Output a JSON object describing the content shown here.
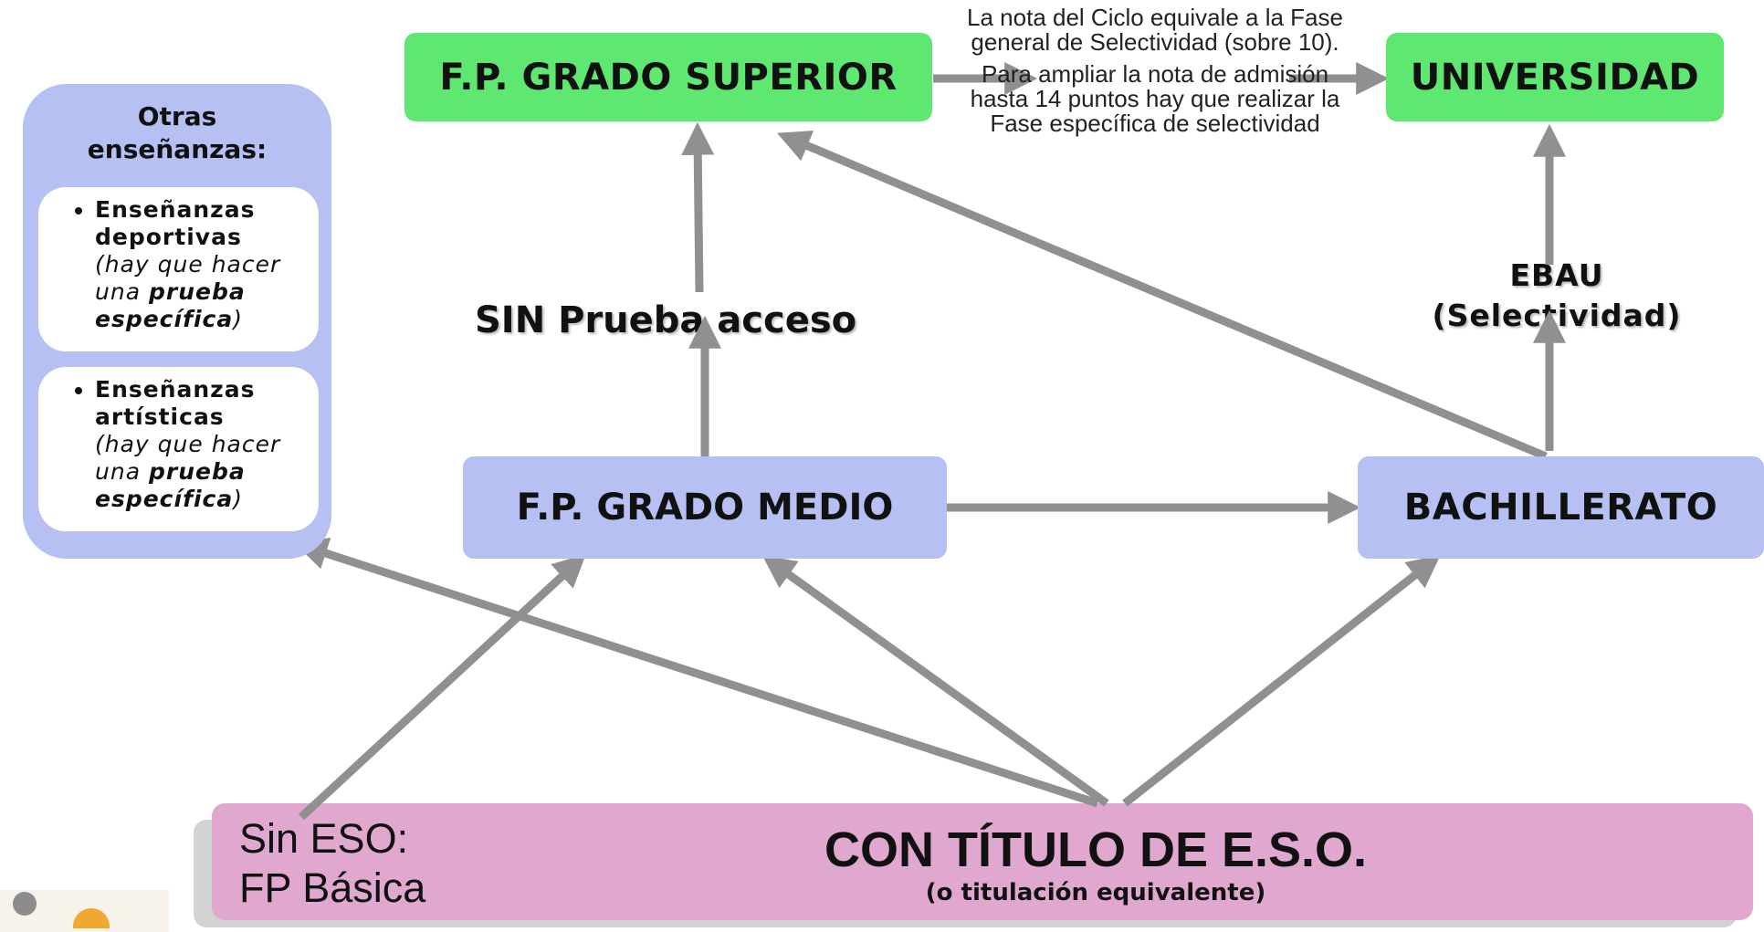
{
  "boxes": {
    "fp_superior": "F.P. GRADO SUPERIOR",
    "universidad": "UNIVERSIDAD",
    "fp_medio": "F.P. GRADO MEDIO",
    "bachillerato": "BACHILLERATO"
  },
  "note": {
    "line1": "La nota del Ciclo equivale a la Fase general de Selectividad (sobre 10).",
    "line2": "Para ampliar la nota de admisión hasta 14 puntos hay que realizar la Fase específica de selectividad"
  },
  "labels": {
    "sin_prueba": "SIN Prueba acceso",
    "ebau": "EBAU",
    "selectividad": "(Selectividad)"
  },
  "otras": {
    "title_1": "Otras",
    "title_2": "enseñanzas:",
    "items": [
      {
        "name": "Enseñanzas deportivas",
        "note_pre": "(hay que hacer una ",
        "note_bold": "prueba específica",
        "note_post": ")"
      },
      {
        "name": "Enseñanzas artísticas",
        "note_pre": "(hay que hacer una ",
        "note_bold": "prueba específica",
        "note_post": ")"
      }
    ]
  },
  "bottom": {
    "sin_eso_1": "Sin ESO:",
    "sin_eso_2": "FP Básica",
    "con_titulo": "CON TÍTULO DE E.S.O.",
    "equivalente": "(o titulación equivalente)"
  },
  "colors": {
    "green": "#5ee872",
    "blue": "#b6c0f3",
    "pink": "#e0a8cf",
    "arrow": "#909090"
  }
}
